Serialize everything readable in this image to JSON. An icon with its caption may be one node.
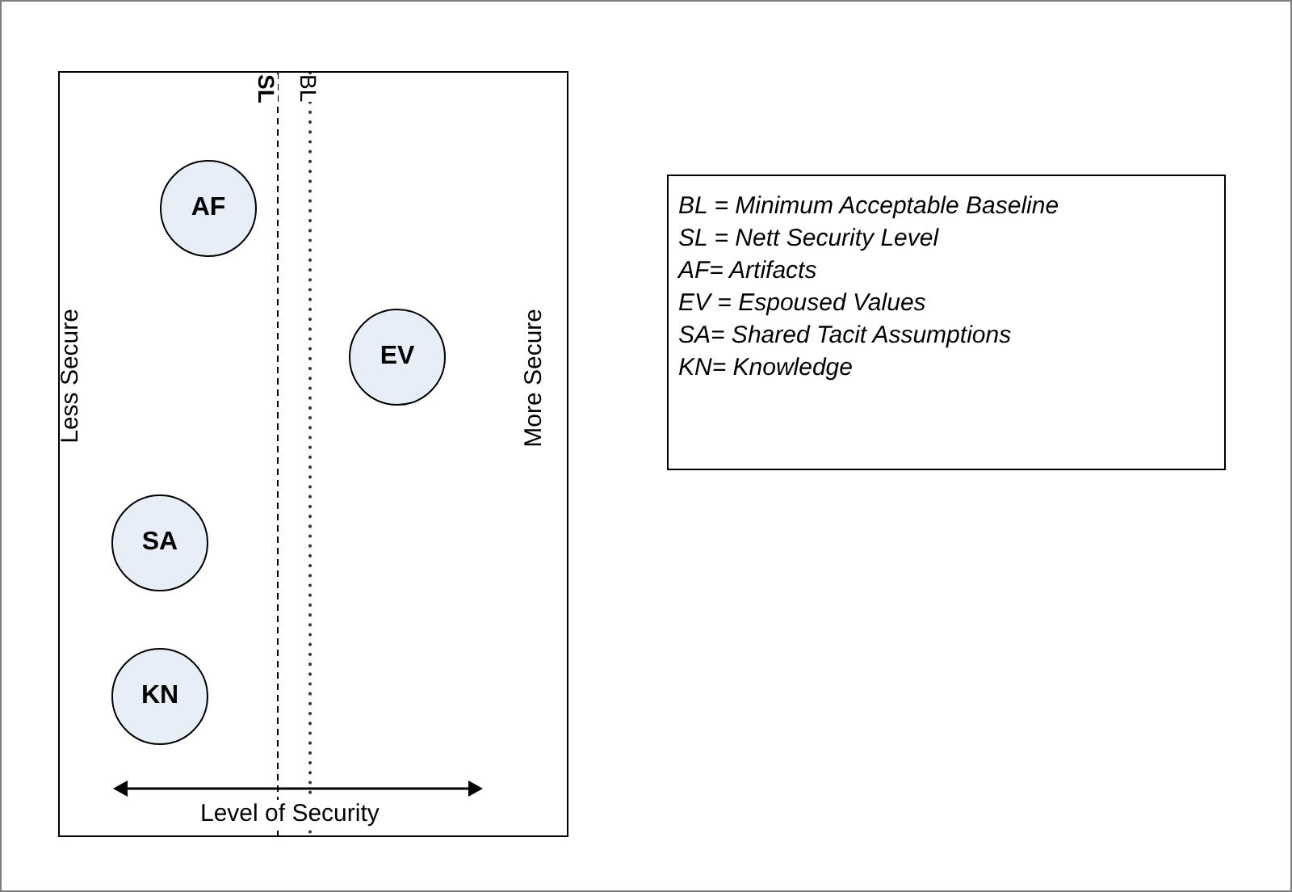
{
  "diagram": {
    "nodes": [
      {
        "text": [],
        "shape": "box"
      },
      {
        "text": [
          "AF"
        ],
        "in": 0
      },
      {
        "text": [
          "EV"
        ],
        "in": 0
      },
      {
        "text": [
          "SA"
        ],
        "in": 0
      },
      {
        "text": [
          "KN"
        ],
        "in": 0
      },
      {
        "text": [
          "BL = Minimum Acceptable Baseline",
          "SL = Nett Security Level",
          "AF= Artifacts",
          "EV = Espoused Values",
          "SA= Shared Tacit Assumptions",
          "KN= Knowledge"
        ]
      }
    ],
    "labels": [
      "SL",
      "BL",
      "Less Secure",
      "More Secure",
      "Level of Security"
    ]
  }
}
